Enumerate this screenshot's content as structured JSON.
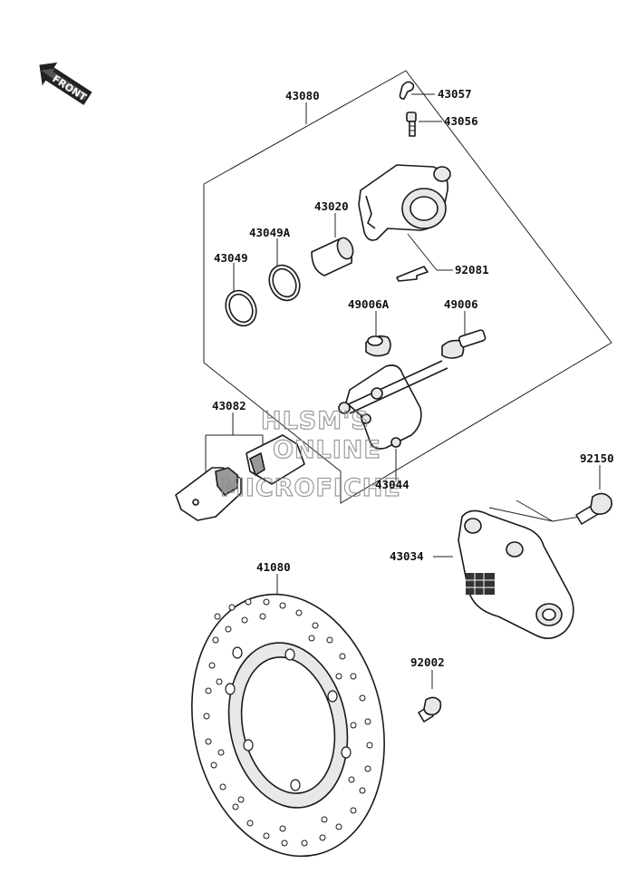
{
  "front_label": "FRONT",
  "watermark": [
    "HLSM'S",
    "ONLINE",
    "MICROFICHE"
  ],
  "parts": {
    "p43080": "43080",
    "p43057": "43057",
    "p43056": "43056",
    "p43020": "43020",
    "p43049A": "43049A",
    "p43049": "43049",
    "p92081": "92081",
    "p49006A": "49006A",
    "p49006": "49006",
    "p43082": "43082",
    "p43044": "43044",
    "p92150": "92150",
    "p43034": "43034",
    "p41080": "41080",
    "p92002": "92002"
  }
}
